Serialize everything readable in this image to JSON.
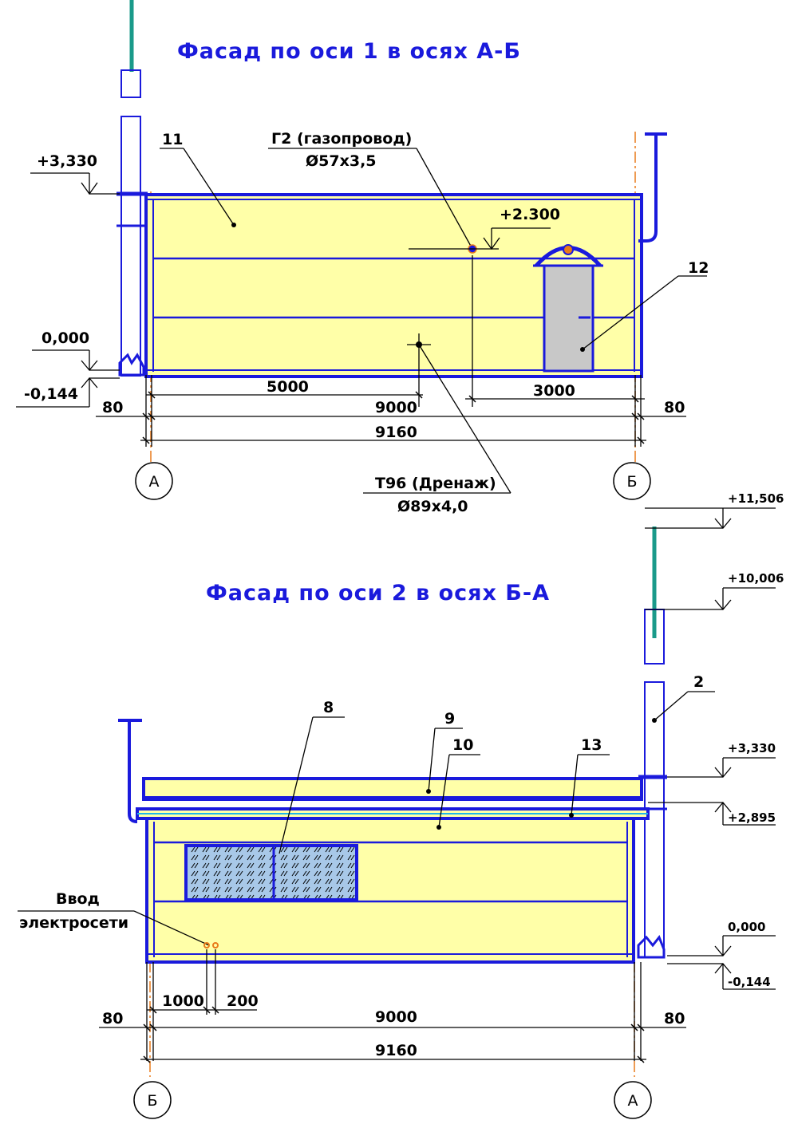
{
  "facade1": {
    "title": "Фасад по оси 1 в осях А-Б",
    "marks": {
      "top": "+3,330",
      "zero": "0,000",
      "minus": "-0,144",
      "door_level": "+2.300"
    },
    "callouts": {
      "panel": "11",
      "door": "12"
    },
    "gas_pipe": {
      "line1": "Г2 (газопровод)",
      "line2": "Ø57x3,5"
    },
    "drain_pipe": {
      "line1": "Т96 (Дренаж)",
      "line2": "Ø89x4,0"
    },
    "dims": {
      "d5000": "5000",
      "d3000": "3000",
      "d9000": "9000",
      "d9160": "9160",
      "d80_left": "80",
      "d80_right": "80"
    },
    "axes": {
      "left": "А",
      "right": "Б"
    }
  },
  "facade2": {
    "title": "Фасад по оси 2 в осях Б-А",
    "marks": {
      "top1": "+11,506",
      "top2": "+10,006",
      "roof": "+3,330",
      "eave": "+2,895",
      "zero": "0,000",
      "minus": "-0,144"
    },
    "callouts": {
      "c8": "8",
      "c9": "9",
      "c10": "10",
      "c13": "13",
      "c2": "2"
    },
    "power_input": {
      "line1": "Ввод",
      "line2": "электросети"
    },
    "dims": {
      "d1000": "1000",
      "d200": "200",
      "d9000": "9000",
      "d9160": "9160",
      "d80_left": "80",
      "d80_right": "80"
    },
    "axes": {
      "left": "Б",
      "right": "А"
    }
  },
  "colors": {
    "outline": "#1a1adc",
    "panel_fill": "#ffffa8",
    "door_fill": "#c8c8c8",
    "window_fill": "#a8c8e8",
    "pipe_teal": "#1a9a8a",
    "axis_orange": "#e87a1a"
  }
}
